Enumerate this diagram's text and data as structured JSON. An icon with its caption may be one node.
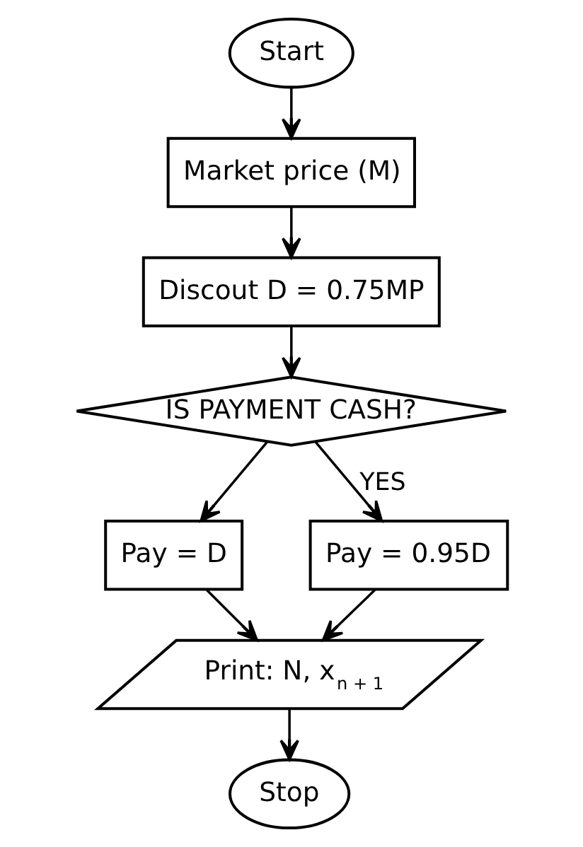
{
  "diagram": {
    "nodes": [
      {
        "text": [
          "Start"
        ]
      },
      {
        "text": [
          "Market price (M)"
        ]
      },
      {
        "text": [
          "Discout D = 0.75MP"
        ]
      },
      {
        "text": [
          "IS PAYMENT CASH?"
        ]
      },
      {
        "text": [
          "Pay = D"
        ]
      },
      {
        "text": [
          "Pay = 0.95D"
        ]
      },
      {
        "text": [
          "Print: N, x$_{n + 1}$"
        ]
      },
      {
        "text": [
          "Stop"
        ]
      }
    ],
    "edges": [
      {
        "from": 0,
        "to": 1,
        "arrow": "to"
      },
      {
        "from": 1,
        "to": 2,
        "arrow": "to"
      },
      {
        "from": 2,
        "to": 3,
        "arrow": "to"
      },
      {
        "from": 3,
        "to": 5,
        "arrow": "to",
        "label": "YES"
      },
      {
        "from": 3,
        "to": 4,
        "arrow": "to"
      },
      {
        "from": 5,
        "to": 6,
        "arrow": "to"
      },
      {
        "from": 4,
        "to": 6,
        "arrow": "to"
      },
      {
        "from": 6,
        "to": 7,
        "arrow": "to"
      }
    ]
  }
}
